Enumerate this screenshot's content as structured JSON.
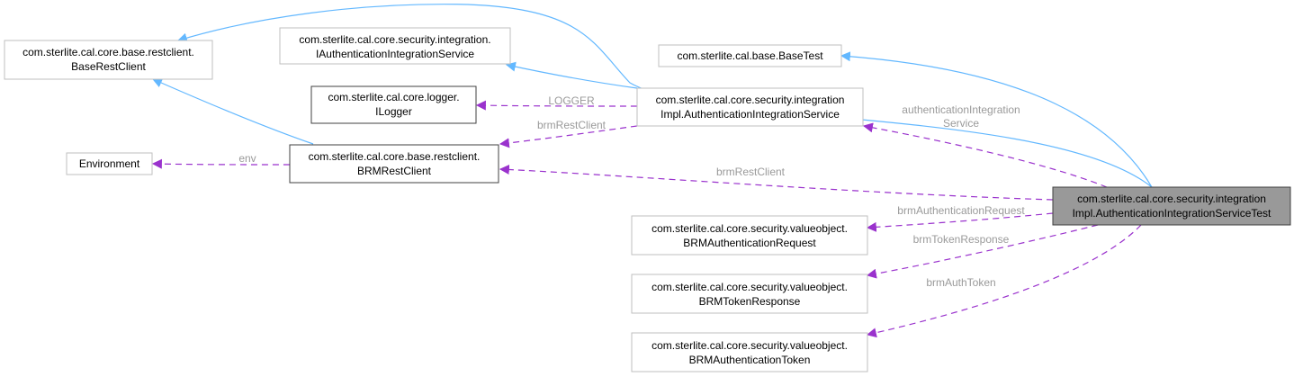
{
  "colors": {
    "inheritance_edge": "#63b8ff",
    "usage_edge": "#9a32cd",
    "node_border_light": "#bfbfbf",
    "node_border_dark": "#404040",
    "focus_fill": "#999999",
    "edge_label": "#9a9a9a"
  },
  "nodes": {
    "base_rest_client": [
      "com.sterlite.cal.core.base.restclient.",
      "BaseRestClient"
    ],
    "iauth_integration_service": [
      "com.sterlite.cal.core.security.integration.",
      "IAuthenticationIntegrationService"
    ],
    "base_test": [
      "com.sterlite.cal.base.BaseTest"
    ],
    "ilogger": [
      "com.sterlite.cal.core.logger.",
      "ILogger"
    ],
    "auth_integration_service": [
      "com.sterlite.cal.core.security.integration",
      "Impl.AuthenticationIntegrationService"
    ],
    "environment": [
      "Environment"
    ],
    "brm_rest_client": [
      "com.sterlite.cal.core.base.restclient.",
      "BRMRestClient"
    ],
    "auth_integration_service_test": [
      "com.sterlite.cal.core.security.integration",
      "Impl.AuthenticationIntegrationServiceTest"
    ],
    "brm_authentication_request": [
      "com.sterlite.cal.core.security.valueobject.",
      "BRMAuthenticationRequest"
    ],
    "brm_token_response": [
      "com.sterlite.cal.core.security.valueobject.",
      "BRMTokenResponse"
    ],
    "brm_authentication_token": [
      "com.sterlite.cal.core.security.valueobject.",
      "BRMAuthenticationToken"
    ]
  },
  "edge_labels": {
    "logger": "LOGGER",
    "brm_rest_client_1": "brmRestClient",
    "env": "env",
    "auth_integration_service": [
      "authenticationIntegration",
      "Service"
    ],
    "brm_rest_client_2": "brmRestClient",
    "brm_authentication_request": "brmAuthenticationRequest",
    "brm_token_response": "brmTokenResponse",
    "brm_auth_token": "brmAuthToken"
  }
}
